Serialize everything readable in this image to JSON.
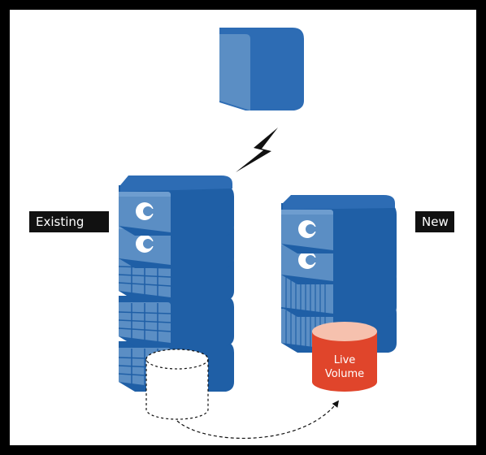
{
  "labels": {
    "existing": "Existing",
    "new": "New"
  },
  "live_volume": {
    "line1": "Live",
    "line2": "Volume"
  },
  "colors": {
    "frame": "#000000",
    "background": "#ffffff",
    "server_dark": "#1f5fa6",
    "server_light": "#5b8ec4",
    "server_top": "#2d6cb4",
    "live_volume": "#e0452b",
    "live_volume_top": "#f6c1ae",
    "label_bg": "#111111",
    "label_text": "#ffffff"
  },
  "icons": [
    "lightning-bolt-icon",
    "compellent-c-logo-icon",
    "storage-cylinder-icon"
  ]
}
